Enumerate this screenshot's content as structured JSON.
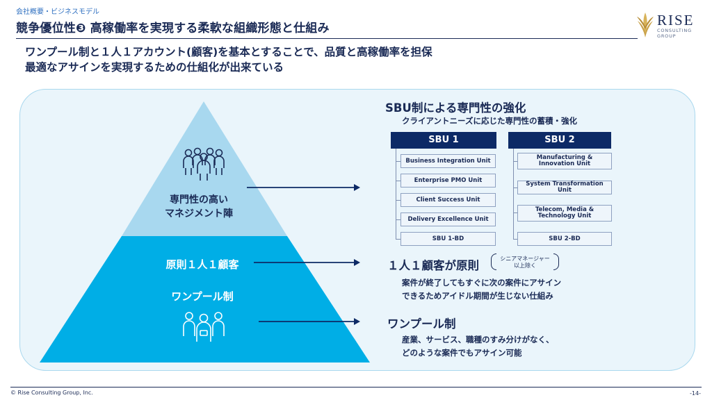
{
  "header": {
    "breadcrumb": "会社概要・ビジネスモデル",
    "title": "競争優位性❸ 高稼働率を実現する柔軟な組織形態と仕組み",
    "lead_line1": "ワンプール制と１人１アカウント(顧客)を基本とすることで、品質と高稼働率を担保",
    "lead_line2": "最適なアサインを実現するための仕組化が出来ている"
  },
  "logo": {
    "name": "RISE",
    "sub1": "CONSULTING",
    "sub2": "GROUP"
  },
  "pyramid": {
    "top_label_line1": "専門性の高い",
    "top_label_line2": "マネジメント陣",
    "middle_label": "原則１人１顧客",
    "bottom_label": "ワンプール制",
    "colors": {
      "top": "#a8d8ef",
      "base": "#00aee6"
    },
    "icons": [
      "group-of-people-icon",
      "team-icon"
    ]
  },
  "sbu_section": {
    "heading": "SBU制による専門性の強化",
    "subheading": "クライアントニーズに応じた専門性の蓄積・強化",
    "sbu1": {
      "name": "SBU 1",
      "units": [
        "Business Integration Unit",
        "Enterprise PMO Unit",
        "Client Success Unit",
        "Delivery Excellence Unit",
        "SBU 1-BD"
      ]
    },
    "sbu2": {
      "name": "SBU 2",
      "units": [
        "Manufacturing & Innovation Unit",
        "System Transformation Unit",
        "Telecom, Media & Technology Unit",
        "SBU 2-BD"
      ]
    }
  },
  "one_client": {
    "heading": "１人１顧客が原則",
    "note_line1": "シニアマネージャー",
    "note_line2": "以上除く",
    "desc_line1": "案件が終了してもすぐに次の案件にアサイン",
    "desc_line2": "できるためアイドル期間が生じない仕組み"
  },
  "one_pool": {
    "heading": "ワンプール制",
    "desc_line1": "産業、サービス、職種のすみ分けがなく、",
    "desc_line2": "どのような案件でもアサイン可能"
  },
  "footer": {
    "copyright": "© Rise Consulting Group, Inc.",
    "page": "-14-"
  }
}
